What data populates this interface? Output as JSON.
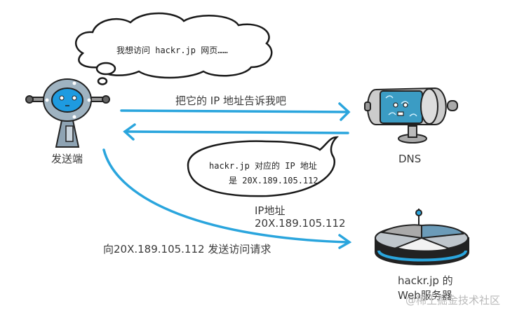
{
  "thought_bubble": {
    "text": "我想访问 hackr.jp 网页……"
  },
  "sender": {
    "label": "发送端",
    "icon": "robot-icon"
  },
  "dns": {
    "label": "DNS",
    "icon": "dns-server-icon"
  },
  "web_server": {
    "label_line1": "hackr.jp 的",
    "label_line2": "Web服务器",
    "icon": "web-server-icon"
  },
  "arrows": {
    "request_dns": {
      "label": "把它的 IP 地址告诉我吧"
    },
    "response_dns": {
      "bubble_line1": "hackr.jp 对应的 IP 地址",
      "bubble_line2": "是 20X.189.105.112"
    },
    "ip_result": {
      "line1": "IP地址",
      "line2": "20X.189.105.112"
    },
    "request_web": {
      "label": "向20X.189.105.112 发送访问请求"
    }
  },
  "colors": {
    "arrow": "#2aa5dd",
    "robot_face": "#1e9be0",
    "dns_body": "#3b9cc4",
    "outline": "#222222"
  },
  "watermark": "@稀土掘金技术社区"
}
